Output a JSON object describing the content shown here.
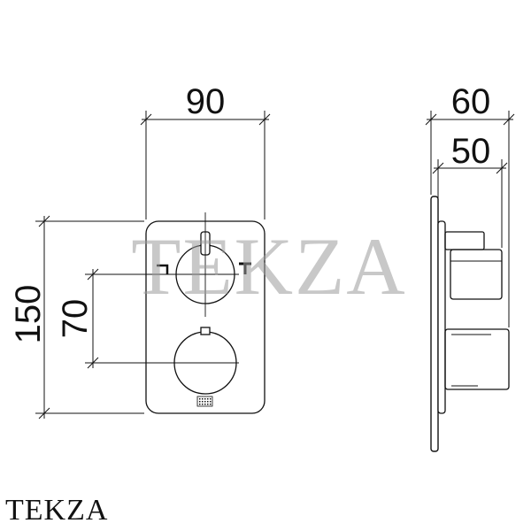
{
  "dimensions": {
    "front_width": "90",
    "front_height_total": "150",
    "front_height_spacing": "70",
    "side_depth_total": "60",
    "side_depth_body": "50"
  },
  "watermark_text": "TEKZA",
  "footer_logo": "TEKZA",
  "colors": {
    "line": "#111111",
    "watermark": "#9a9a9a"
  }
}
